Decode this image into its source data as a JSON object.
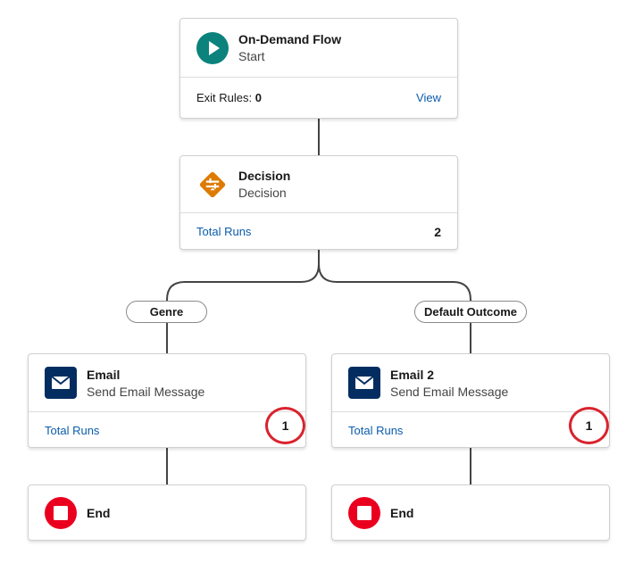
{
  "start": {
    "title": "On-Demand Flow",
    "subtitle": "Start",
    "exit_rules_label": "Exit Rules:",
    "exit_rules_value": "0",
    "view_link": "View",
    "icon": "play-icon",
    "color": "#0b827c"
  },
  "decision": {
    "title": "Decision",
    "subtitle": "Decision",
    "total_runs_label": "Total Runs",
    "total_runs_value": "2",
    "icon": "decision-icon",
    "color": "#dd7a01"
  },
  "branches": [
    {
      "outcome_label": "Genre",
      "email": {
        "title": "Email",
        "subtitle": "Send Email Message",
        "total_runs_label": "Total Runs",
        "total_runs_value": "1",
        "icon": "envelope-icon"
      },
      "end": {
        "title": "End",
        "icon": "stop-icon"
      }
    },
    {
      "outcome_label": "Default Outcome",
      "email": {
        "title": "Email 2",
        "subtitle": "Send Email Message",
        "total_runs_label": "Total Runs",
        "total_runs_value": "1",
        "icon": "envelope-icon"
      },
      "end": {
        "title": "End",
        "icon": "stop-icon"
      }
    }
  ],
  "colors": {
    "email_icon_bg": "#032d60",
    "end_icon_bg": "#ea001e",
    "highlight_ring": "#d9232e",
    "link": "#0b5cab"
  }
}
